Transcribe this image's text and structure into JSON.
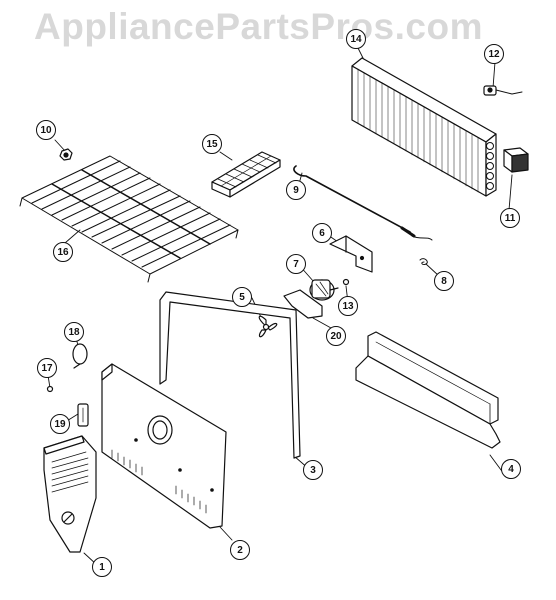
{
  "watermark": "AppliancePartsPros.com",
  "callouts": [
    {
      "id": "c1",
      "label": "1"
    },
    {
      "id": "c2",
      "label": "2"
    },
    {
      "id": "c3",
      "label": "3"
    },
    {
      "id": "c4",
      "label": "4"
    },
    {
      "id": "c5",
      "label": "5"
    },
    {
      "id": "c6",
      "label": "6"
    },
    {
      "id": "c7",
      "label": "7"
    },
    {
      "id": "c8",
      "label": "8"
    },
    {
      "id": "c9",
      "label": "9"
    },
    {
      "id": "c10",
      "label": "10"
    },
    {
      "id": "c11",
      "label": "11"
    },
    {
      "id": "c12",
      "label": "12"
    },
    {
      "id": "c13",
      "label": "13"
    },
    {
      "id": "c14",
      "label": "14"
    },
    {
      "id": "c15",
      "label": "15"
    },
    {
      "id": "c16",
      "label": "16"
    },
    {
      "id": "c17",
      "label": "17"
    },
    {
      "id": "c18",
      "label": "18"
    },
    {
      "id": "c19",
      "label": "19"
    },
    {
      "id": "c20",
      "label": "20"
    }
  ]
}
